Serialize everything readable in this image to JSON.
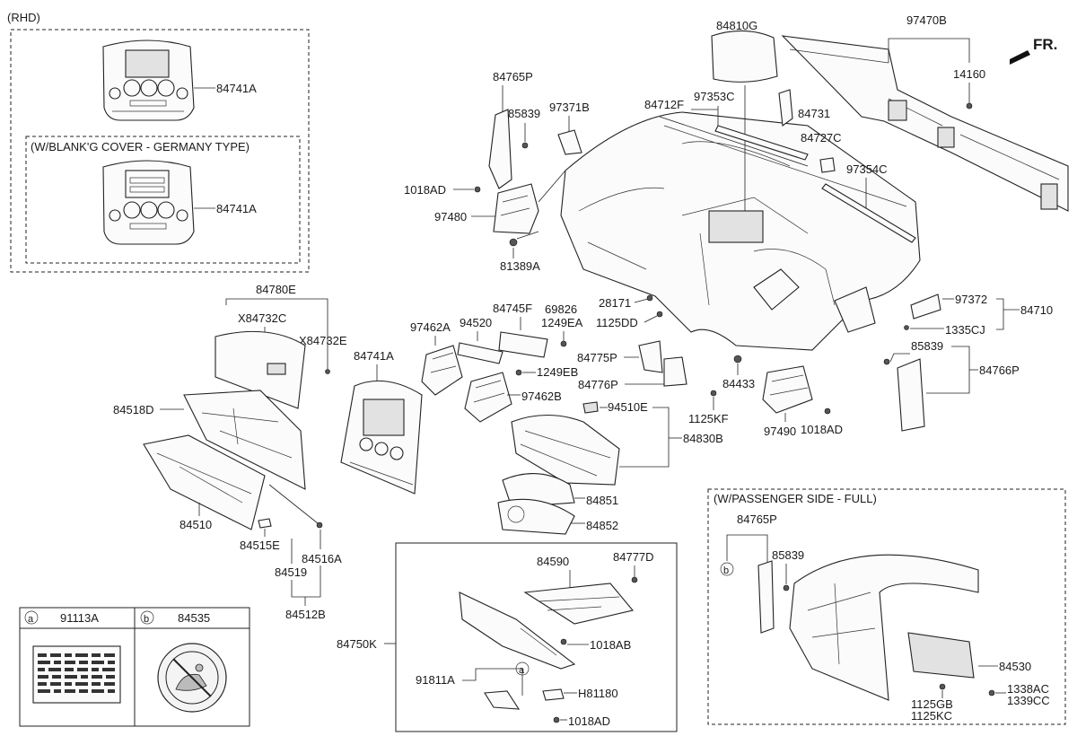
{
  "sections": {
    "rhd": "(RHD)",
    "blanking_cover": "(W/BLANK'G COVER - GERMANY TYPE)",
    "passenger_side": "(W/PASSENGER SIDE - FULL)"
  },
  "front_indicator": "FR.",
  "legend": {
    "a_symbol": "a",
    "a_part": "91113A",
    "b_symbol": "b",
    "b_part": "84535"
  },
  "parts": {
    "p84741A_rhd": "84741A",
    "p84741A_ger": "84741A",
    "p84810G": "84810G",
    "p97470B": "97470B",
    "p14160": "14160",
    "p84765P": "84765P",
    "p85839_top": "85839",
    "p97371B": "97371B",
    "p84712F": "84712F",
    "p97353C": "97353C",
    "p84731": "84731",
    "p84727C": "84727C",
    "p97354C": "97354C",
    "p1018AD_left": "1018AD",
    "p97480": "97480",
    "p81389A": "81389A",
    "p84780E": "84780E",
    "pX84732C": "X84732C",
    "pX84732E": "X84732E",
    "p84518D": "84518D",
    "p84510": "84510",
    "p84515E": "84515E",
    "p84516A": "84516A",
    "p84519": "84519",
    "p84512B": "84512B",
    "p84741A_mid": "84741A",
    "p97462A": "97462A",
    "p94520": "94520",
    "p84745F": "84745F",
    "p69826": "69826",
    "p1249EA": "1249EA",
    "p1249EB": "1249EB",
    "p97462B": "97462B",
    "p28171": "28171",
    "p1125DD": "1125DD",
    "p84775P": "84775P",
    "p84776P": "84776P",
    "p1125KF": "1125KF",
    "p84433": "84433",
    "p97490": "97490",
    "p1018AD_right": "1018AD",
    "p97372": "97372",
    "p84710": "84710",
    "p1335CJ": "1335CJ",
    "p85839_right": "85839",
    "p84766P": "84766P",
    "p94510E": "94510E",
    "p84830B": "84830B",
    "p84851": "84851",
    "p84852": "84852",
    "p84590": "84590",
    "p84777D": "84777D",
    "p84750K": "84750K",
    "p1018AB": "1018AB",
    "p91811A": "91811A",
    "p91811A_ref": "a",
    "pH81180": "H81180",
    "p1018AD_bottom": "1018AD",
    "p84765P_pass": "84765P",
    "p84765P_pass_ref": "b",
    "p85839_pass": "85839",
    "p84530": "84530",
    "p1125GB": "1125GB",
    "p1125KC": "1125KC",
    "p1338AC": "1338AC",
    "p1339CC": "1339CC"
  }
}
